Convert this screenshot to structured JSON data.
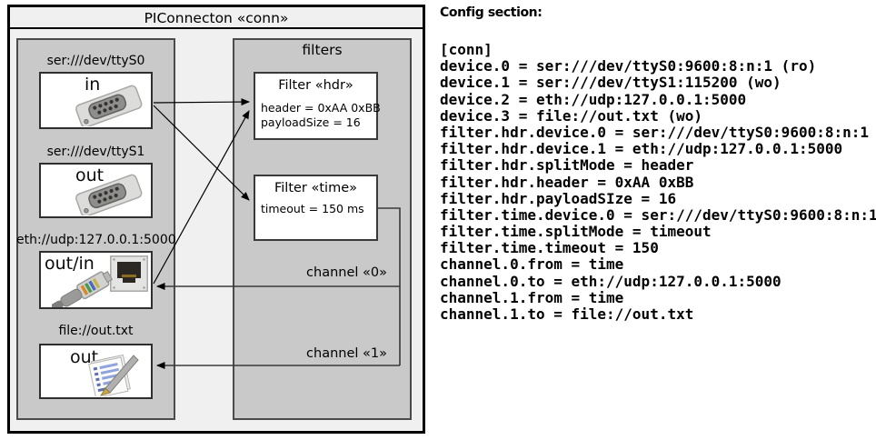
{
  "diagram": {
    "title": "PIConnecton «conn»",
    "filters_label": "filters",
    "devices": [
      {
        "url": "ser:///dev/ttyS0",
        "direction": "in",
        "icon": "serial-connector-icon"
      },
      {
        "url": "ser:///dev/ttyS1",
        "direction": "out",
        "icon": "serial-connector-icon"
      },
      {
        "url": "eth://udp:127.0.0.1:5000",
        "direction": "out/in",
        "icon": "ethernet-port-and-cable-icon"
      },
      {
        "url": "file://out.txt",
        "direction": "out",
        "icon": "notepad-icon"
      }
    ],
    "filters": [
      {
        "title": "Filter «hdr»",
        "props": [
          "header = 0xAA 0xBB",
          "payloadSize = 16"
        ]
      },
      {
        "title": "Filter «time»",
        "props": [
          "timeout = 150 ms"
        ]
      }
    ],
    "channels": [
      {
        "label": "channel «0»"
      },
      {
        "label": "channel «1»"
      }
    ],
    "colors": {
      "outer_fill": "#f0f0f0",
      "panel_fill": "#c9c9c9",
      "box_fill": "#ffffff",
      "border": "#000000",
      "wire": "#3a3a3a"
    }
  },
  "config": {
    "heading": "Config section:",
    "lines": [
      "[conn]",
      "device.0 = ser:///dev/ttyS0:9600:8:n:1 (ro)",
      "device.1 = ser:///dev/ttyS1:115200 (wo)",
      "device.2 = eth://udp:127.0.0.1:5000",
      "device.3 = file://out.txt (wo)",
      "filter.hdr.device.0 = ser:///dev/ttyS0:9600:8:n:1",
      "filter.hdr.device.1 = eth://udp:127.0.0.1:5000",
      "filter.hdr.splitMode = header",
      "filter.hdr.header = 0xAA 0xBB",
      "filter.hdr.payloadSIze = 16",
      "filter.time.device.0 = ser:///dev/ttyS0:9600:8:n:1",
      "filter.time.splitMode = timeout",
      "filter.time.timeout = 150",
      "channel.0.from = time",
      "channel.0.to = eth://udp:127.0.0.1:5000",
      "channel.1.from = time",
      "channel.1.to = file://out.txt"
    ]
  }
}
